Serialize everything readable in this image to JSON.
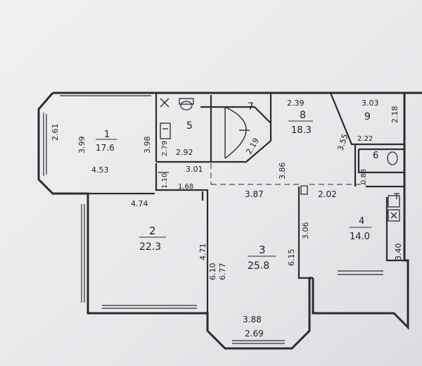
{
  "plan": {
    "rooms": [
      {
        "id": "1",
        "area": "17.6"
      },
      {
        "id": "2",
        "area": "22.3"
      },
      {
        "id": "3",
        "area": "25.8"
      },
      {
        "id": "4",
        "area": "14.0"
      },
      {
        "id": "5"
      },
      {
        "id": "6"
      },
      {
        "id": "7"
      },
      {
        "id": "8",
        "area": "18.3"
      },
      {
        "id": "9"
      }
    ],
    "dimensions": {
      "d261": "2.61",
      "d399": "3.99",
      "d453": "4.53",
      "d398": "3.98",
      "d279": "2.79",
      "d292": "2.92",
      "d301": "3.01",
      "d219": "2.19",
      "d110": "1.10",
      "d168": "1.68",
      "d239": "2.39",
      "d386": "3.86",
      "d387": "3.87",
      "d202": "2.02",
      "d088": "0.88",
      "d355": "3.55",
      "d303": "3.03",
      "d218": "2.18",
      "d222": "2.22",
      "d474": "4.74",
      "d471": "4.71",
      "d610": "6.10",
      "d677": "6.77",
      "d306": "3.06",
      "d615": "6.15",
      "d340": "3.40",
      "d388": "3.88",
      "d269": "2.69"
    }
  }
}
